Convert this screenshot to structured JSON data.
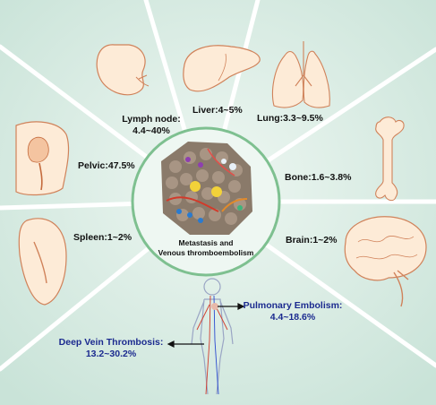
{
  "center_caption": [
    "Metastasis and",
    "Venous thromboembolism"
  ],
  "organs": [
    {
      "id": "lymph",
      "label_lines": [
        "Lymph node:",
        "4.4~40%"
      ]
    },
    {
      "id": "liver",
      "label_lines": [
        "Liver:4~5%"
      ]
    },
    {
      "id": "lung",
      "label_lines": [
        "Lung:3.3~9.5%"
      ]
    },
    {
      "id": "pelvic",
      "label_lines": [
        "Pelvic:47.5%"
      ]
    },
    {
      "id": "bone",
      "label_lines": [
        "Bone:1.6~3.8%"
      ]
    },
    {
      "id": "spleen",
      "label_lines": [
        "Spleen:1~2%"
      ]
    },
    {
      "id": "brain",
      "label_lines": [
        "Brain:1~2%"
      ]
    }
  ],
  "vte": {
    "pulmonary_embolism": [
      "Pulmonary Embolism:",
      "4.4~18.6%"
    ],
    "deep_vein_thrombosis": [
      "Deep Vein Thrombosis:",
      "13.2~30.2%"
    ]
  },
  "colors": {
    "background": "#d6ebe3",
    "divider": "#ffffff",
    "center_fill": "#eef7f2",
    "center_ring": "#7ec090",
    "organ_fill": "#fdebd7",
    "organ_stroke": "#d0825a",
    "vte_text": "#1b2a8f"
  }
}
